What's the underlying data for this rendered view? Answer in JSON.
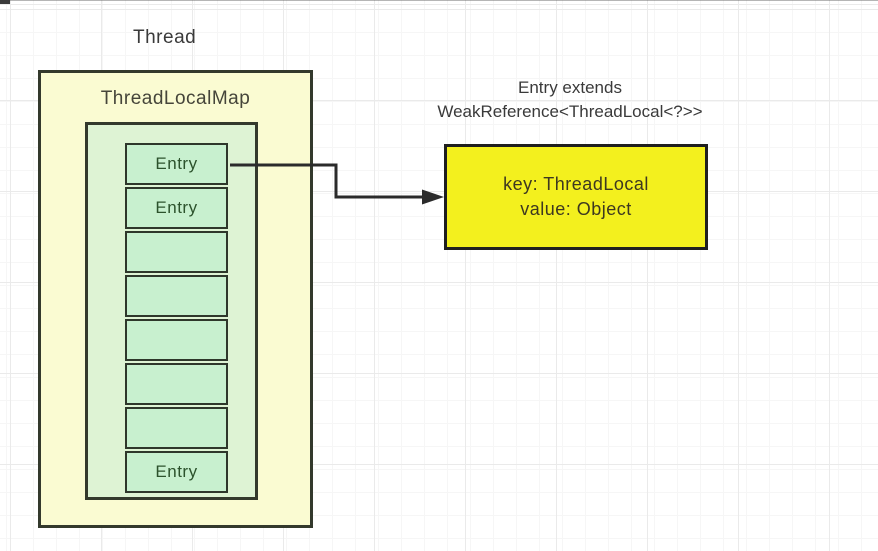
{
  "diagram": {
    "thread_label": "Thread",
    "map": {
      "title": "ThreadLocalMap",
      "cells": [
        {
          "label": "Entry"
        },
        {
          "label": "Entry"
        },
        {
          "label": ""
        },
        {
          "label": ""
        },
        {
          "label": ""
        },
        {
          "label": ""
        },
        {
          "label": ""
        },
        {
          "label": "Entry"
        }
      ]
    },
    "entry_note": {
      "line1": "Entry extends",
      "line2": "WeakReference<ThreadLocal<?>>"
    },
    "entry_box": {
      "line1": "key: ThreadLocal",
      "line2": "value: Object"
    },
    "colors": {
      "map_fill": "#fafbd2",
      "container_fill": "#def3d4",
      "cell_fill": "#c8f0cf",
      "entry_box_fill": "#f3f01e",
      "border": "#33392c",
      "arrow": "#2b2b2b",
      "cell_text": "#2c522c"
    }
  }
}
